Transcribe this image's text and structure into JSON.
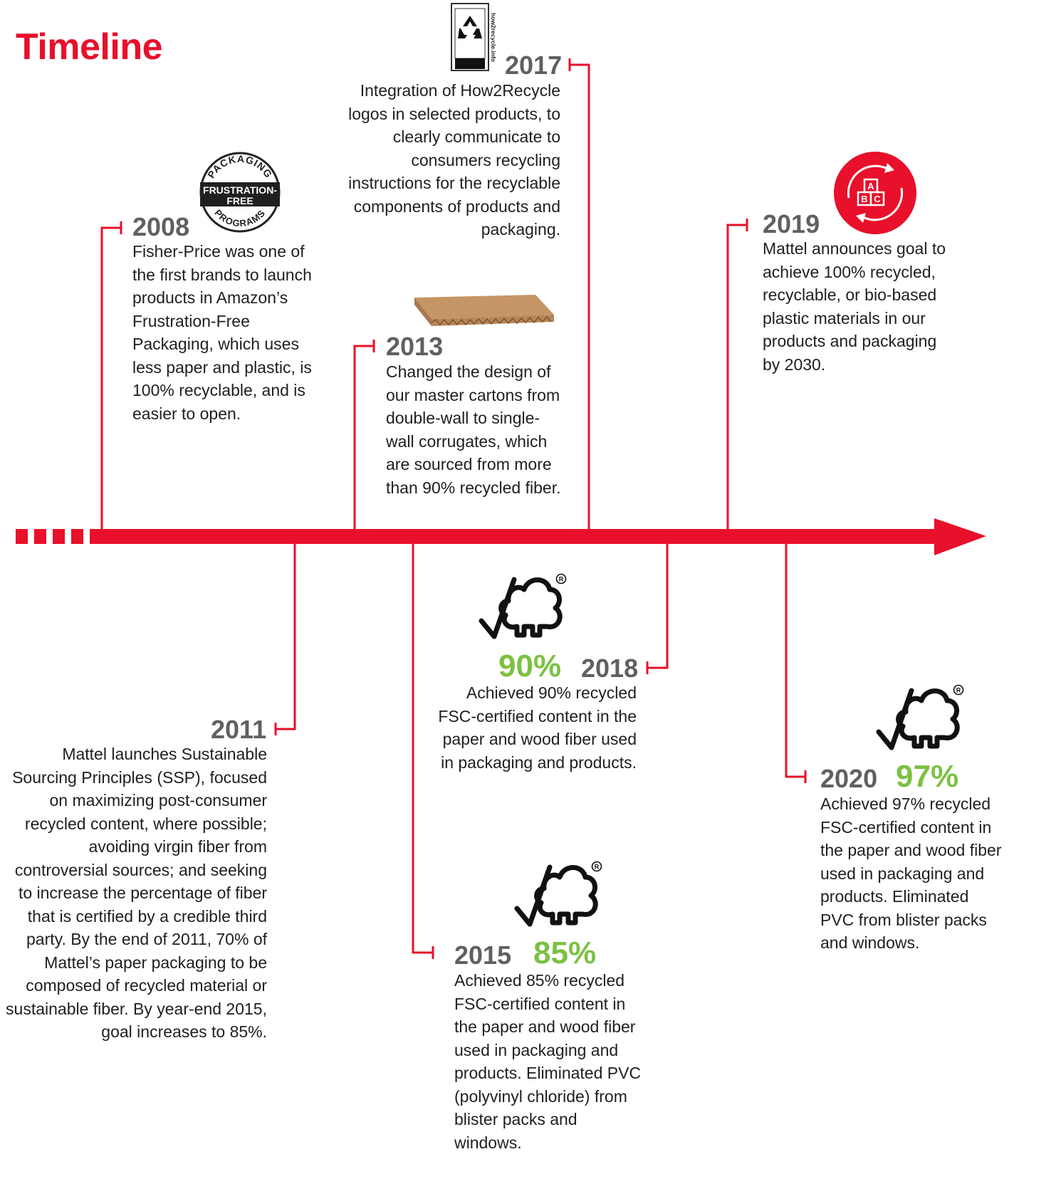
{
  "title": "Timeline",
  "colors": {
    "accent": "#e8102a",
    "year_gray": "#5f6064",
    "percent_green": "#7cc142"
  },
  "events": {
    "e2008": {
      "year": "2008",
      "icon": "frustration-free-packaging-seal",
      "seal_top": "PACKAGING",
      "seal_mid1": "FRUSTRATION-",
      "seal_mid2": "FREE",
      "seal_bottom": "PROGRAMS",
      "text": "Fisher-Price was one of the first brands to launch products in Amazon’s Frustration-Free Packaging, which uses less paper and plastic, is 100% recyclable, and is easier to open."
    },
    "e2011": {
      "year": "2011",
      "text": "Mattel launches Sustainable Sourcing Principles (SSP), focused on maximizing post-consumer recycled content, where possible; avoiding virgin fiber from controversial sources; and seeking to increase the percentage of fiber that is certified by a credible third party. By the end of 2011, 70% of Mattel’s paper packaging to be composed of recycled material or sustainable fiber. By year-end 2015, goal increases to 85%."
    },
    "e2013": {
      "year": "2013",
      "icon": "corrugated-cardboard-icon",
      "text": "Changed the design of our master cartons from double-wall to single-wall corrugates, which are sourced from more than 90% recycled fiber."
    },
    "e2015": {
      "year": "2015",
      "percent": "85%",
      "icon": "fsc-tree-logo",
      "text": "Achieved 85% recycled FSC-certified content in the paper and wood fiber used in packaging and products. Eliminated PVC (polyvinyl chloride) from blister packs and windows."
    },
    "e2017": {
      "year": "2017",
      "icon": "how2recycle-logo",
      "logo_text": "how2recycle.info",
      "text": "Integration of How2Recycle logos in selected products, to clearly communicate to consumers recycling instructions for the recyclable components of products and packaging."
    },
    "e2018": {
      "year": "2018",
      "percent": "90%",
      "icon": "fsc-tree-logo",
      "text": "Achieved 90% recycled FSC-certified content in the paper and wood fiber used in packaging and products."
    },
    "e2019": {
      "year": "2019",
      "icon": "recycled-blocks-icon",
      "block_a": "A",
      "block_b": "B",
      "block_c": "C",
      "text": "Mattel announces goal to achieve 100% recycled, recyclable, or bio-based plastic materials in our products and packaging by 2030."
    },
    "e2020": {
      "year": "2020",
      "percent": "97%",
      "icon": "fsc-tree-logo",
      "text": "Achieved 97% recycled FSC-certified content in the paper and wood fiber used in packaging and products. Eliminated PVC from blister packs and windows."
    }
  }
}
